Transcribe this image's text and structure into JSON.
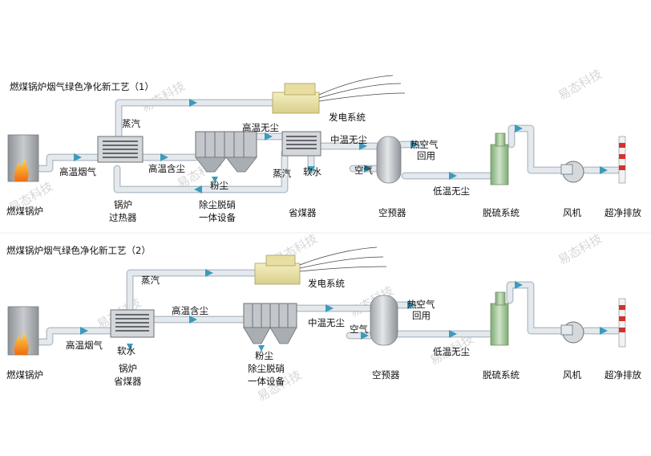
{
  "watermark": "易态科技",
  "diagram1": {
    "title": "燃煤锅炉烟气绿色净化新工艺（1）",
    "labels": {
      "boiler": "燃煤锅炉",
      "flue_gas": "高温烟气",
      "superheater": [
        "锅炉",
        "过热器"
      ],
      "steam_top": "蒸汽",
      "high_temp_dust": "高温含尘",
      "filter": [
        "除尘脱硝",
        "一体设备"
      ],
      "powder": "粉尘",
      "high_temp_clean": "高温无尘",
      "steam_eco": "蒸汽",
      "soft_water": "软水",
      "economizer": "省煤器",
      "power": "发电系统",
      "mid_temp_clean": "中温无尘",
      "air": "空气",
      "hot_air": [
        "热空气",
        "回用"
      ],
      "preheater": "空预器",
      "low_temp_clean": "低温无尘",
      "desulfur": "脱硫系统",
      "fan": "风机",
      "emission": "超净排放"
    }
  },
  "diagram2": {
    "title": "燃煤锅炉烟气绿色净化新工艺（2）",
    "labels": {
      "boiler": "燃煤锅炉",
      "flue_gas": "高温烟气",
      "economizer": [
        "锅炉",
        "省煤器"
      ],
      "soft_water": "软水",
      "steam": "蒸汽",
      "high_temp_dust": "高温含尘",
      "filter": [
        "除尘脱硝",
        "一体设备"
      ],
      "powder": "粉尘",
      "power": "发电系统",
      "mid_temp_clean": "中温无尘",
      "air": "空气",
      "hot_air": [
        "热空气",
        "回用"
      ],
      "preheater": "空预器",
      "low_temp_clean": "低温无尘",
      "desulfur": "脱硫系统",
      "fan": "风机",
      "emission": "超净排放"
    }
  },
  "colors": {
    "pipe": "#dfe5ea",
    "pipe_edge": "#b9c2ca",
    "arrow": "#3a9bbd",
    "equipment": "#b8bcc0",
    "tower": "#a9c9a0",
    "stack_red": "#d2322d"
  }
}
